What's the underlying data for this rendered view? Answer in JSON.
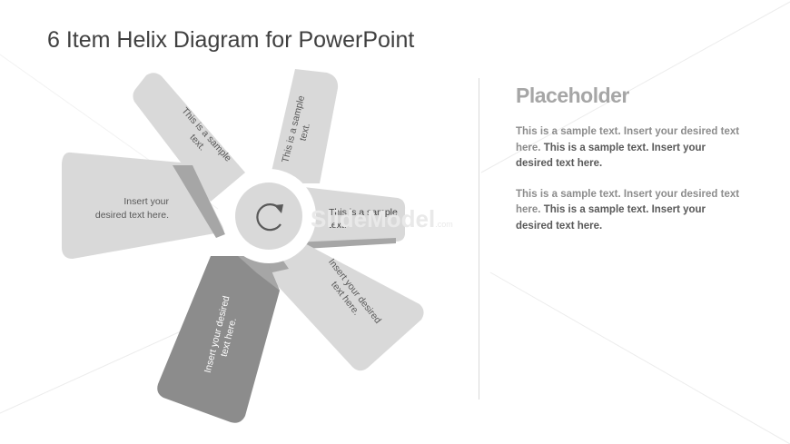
{
  "slide": {
    "title": "6 Item Helix Diagram for PowerPoint"
  },
  "diagram": {
    "center_icon": "refresh-icon",
    "blades": [
      {
        "id": "top-left",
        "label": "This is a sample text.",
        "color": "#d9d9d9"
      },
      {
        "id": "top-right",
        "label": "This is a sample text.",
        "color": "#d9d9d9"
      },
      {
        "id": "left",
        "label": "Insert your desired text here.",
        "color": "#d9d9d9"
      },
      {
        "id": "right",
        "label": "This is a sample text.",
        "color": "#d9d9d9"
      },
      {
        "id": "bottom-right",
        "label": "Insert your desired text here.",
        "color": "#d9d9d9"
      },
      {
        "id": "bottom-left",
        "label": "Insert your desired text here.",
        "color": "#8c8c8c"
      }
    ],
    "watermark": "SlideModel",
    "watermark_suffix": ".com"
  },
  "panel": {
    "title": "Placeholder",
    "paragraphs": [
      {
        "light": "This is a sample text. Insert your desired text here.",
        "dark": "This is a sample text. Insert your desired text here."
      },
      {
        "light": "This is a sample text. Insert your desired text here.",
        "dark": "This is a sample text. Insert your desired text here."
      }
    ]
  },
  "colors": {
    "blade_light": "#d9d9d9",
    "blade_dark": "#8c8c8c",
    "blade_shadow": "#a6a6a6",
    "text_dark": "#404040",
    "text_muted": "#8c8c8c"
  }
}
